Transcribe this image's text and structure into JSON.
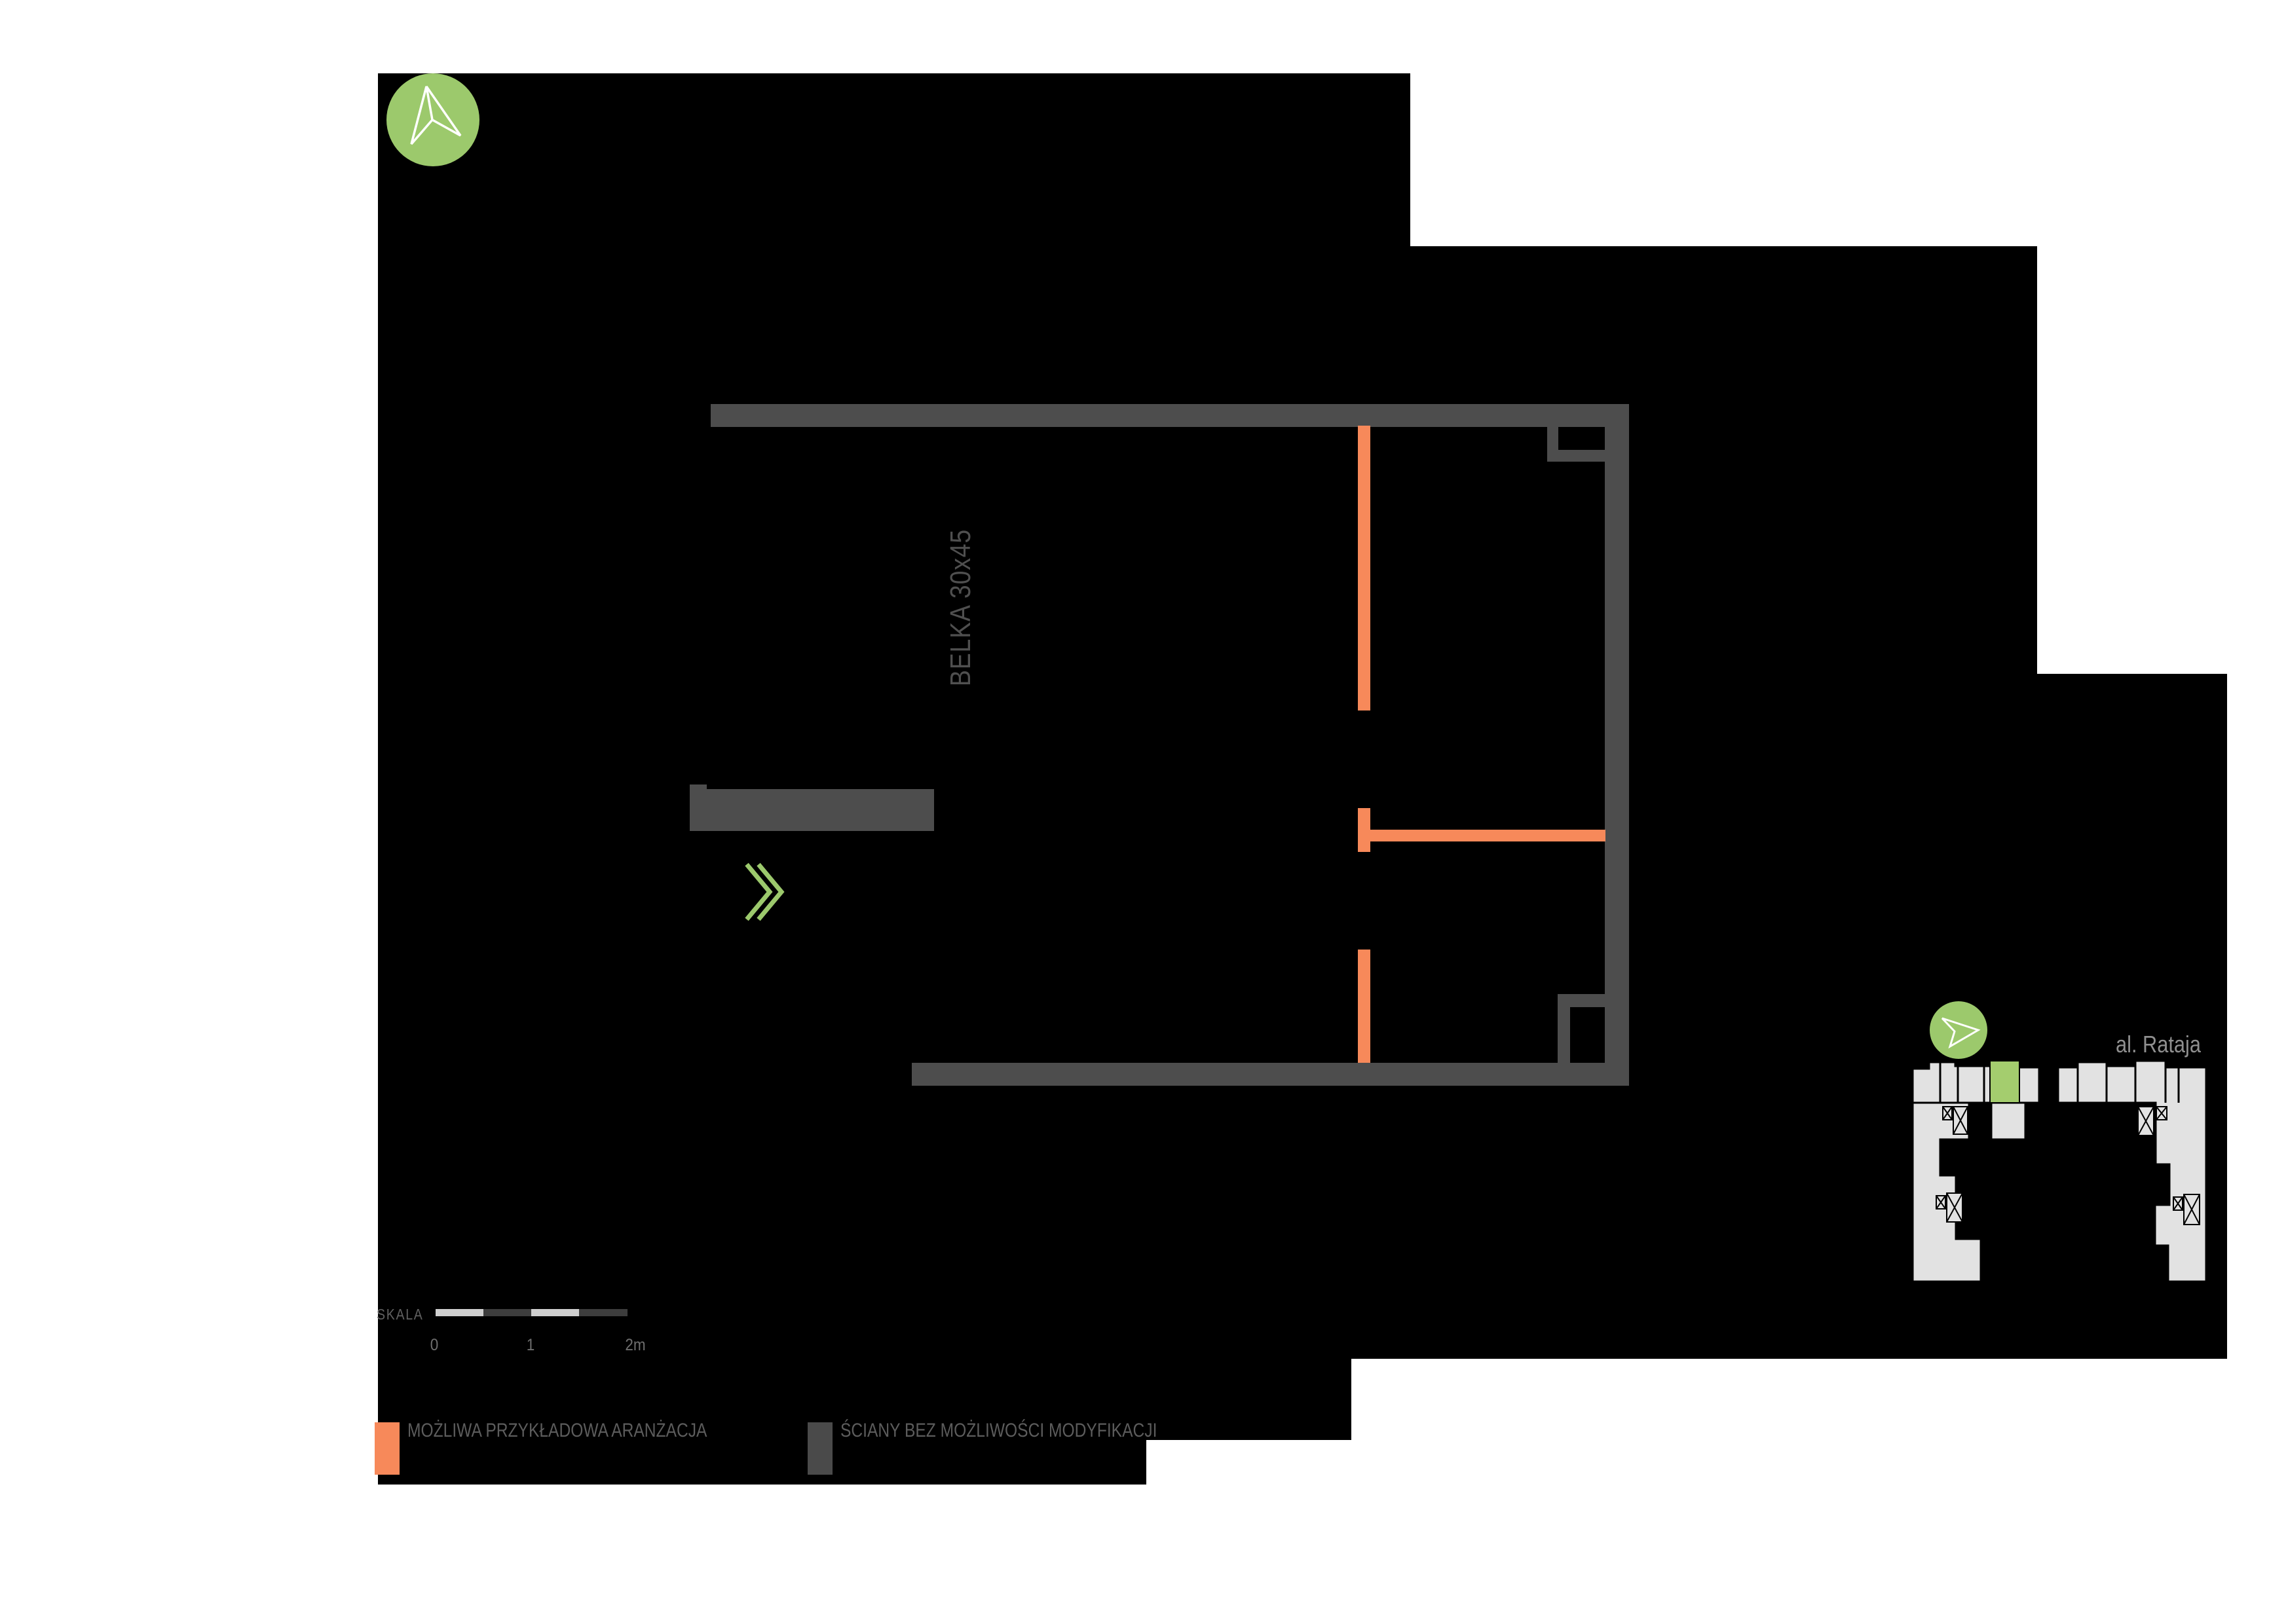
{
  "drawing": {
    "beam_label": "BELKA 30x45",
    "scale": {
      "label": "SKALA",
      "tick0": "0",
      "tick1": "1",
      "tick2": "2m"
    },
    "legend": {
      "item1": {
        "label": "MOŻLIWA PRZYKŁADOWA ARANŻACJA",
        "color": "#F7895A"
      },
      "item2": {
        "label": "ŚCIANY BEZ MOŻLIWOŚCI MODYFIKACJI",
        "color": "#4A4A4A"
      }
    },
    "site_plan": {
      "street_label": "al. Rataja",
      "highlight_color": "#A4CD6E"
    },
    "icons": {
      "north_arrow": "compass-north-arrow",
      "location_arrow": "location-arrow",
      "chevron": "double-chevron-right"
    },
    "colors": {
      "background": "#000000",
      "fixed_walls": "#4D4D4D",
      "modifiable_walls": "#F7895A",
      "accent_green": "#9CC96C",
      "building_gray": "#E2E2E2"
    }
  }
}
